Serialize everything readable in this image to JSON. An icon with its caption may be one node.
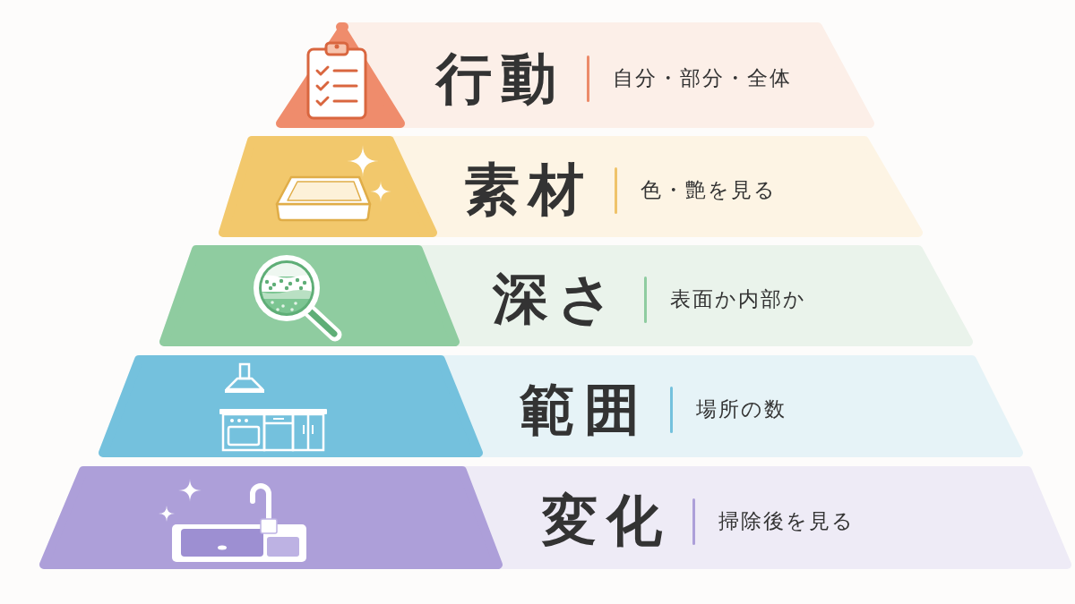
{
  "diagram": {
    "nodes": [
      {
        "text": [
          "行動",
          "自分・部分・全体"
        ]
      },
      {
        "text": [
          "素材",
          "色・艶を見る"
        ]
      },
      {
        "text": [
          "深さ",
          "表面か内部か"
        ]
      },
      {
        "text": [
          "範囲",
          "場所の数"
        ]
      },
      {
        "text": [
          "変化",
          "掃除後を見る"
        ]
      }
    ]
  }
}
